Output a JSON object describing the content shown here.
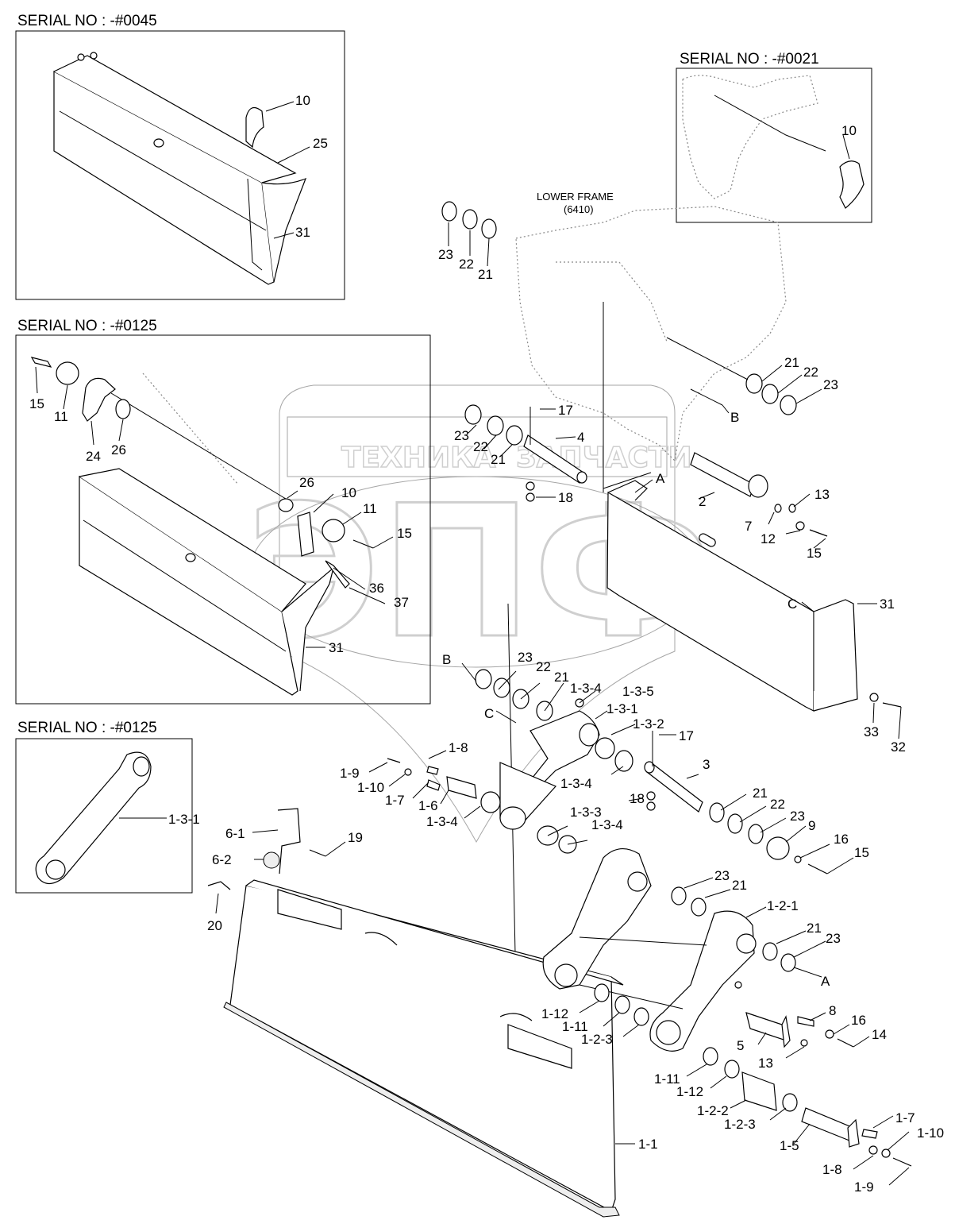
{
  "insets": {
    "top_left_title": "SERIAL NO : -#0045",
    "top_right_title": "SERIAL NO : -#0021",
    "mid_left_title": "SERIAL NO : -#0125",
    "bottom_left_title": "SERIAL NO : -#0125"
  },
  "lower_frame": {
    "line1": "LOWER FRAME",
    "line2": "(6410)"
  },
  "watermark": {
    "top": "ТЕХНИКА",
    "top_right": "ЗАПЧАСТИ",
    "big": "ЭПФ"
  },
  "labels": {
    "p10a": "10",
    "p25a": "25",
    "p31a": "31",
    "p10b": "10",
    "p15a": "15",
    "p11a": "11",
    "p24": "24",
    "p26a": "26",
    "p26b": "26",
    "p10c": "10",
    "p11b": "11",
    "p15b": "15",
    "p36": "36",
    "p37": "37",
    "p31b": "31",
    "p131a": "1-3-1",
    "p23a": "23",
    "p22a": "22",
    "p21a": "21",
    "p21b": "21",
    "p22b": "22",
    "p23b": "23",
    "B1": "B",
    "p17a": "17",
    "p4": "4",
    "p23c": "23",
    "p22c": "22",
    "p21c": "21",
    "p18a": "18",
    "A1": "A",
    "p2": "2",
    "p13a": "13",
    "p7": "7",
    "p12": "12",
    "p15c": "15",
    "C1": "C",
    "p31c": "31",
    "p33": "33",
    "p32": "32",
    "B2": "B",
    "p23d": "23",
    "p22d": "22",
    "p21d": "21",
    "p134a": "1-3-4",
    "p135": "1-3-5",
    "p131b": "1-3-1",
    "C2": "C",
    "p132": "1-3-2",
    "p17b": "17",
    "p3": "3",
    "p18b": "18",
    "p134b": "1-3-4",
    "p21e": "21",
    "p22e": "22",
    "p23e": "23",
    "p9": "9",
    "p16a": "16",
    "p15d": "15",
    "p18": "1-8",
    "p19n": "1-9",
    "p110": "1-10",
    "p17n": "1-7",
    "p16n": "1-6",
    "p134c": "1-3-4",
    "p133": "1-3-3",
    "p134d": "1-3-4",
    "p61": "6-1",
    "p62": "6-2",
    "p19": "19",
    "p20": "20",
    "p23f": "23",
    "p21f": "21",
    "p121": "1-2-1",
    "p21g": "21",
    "p23g": "23",
    "A2": "A",
    "p112a": "1-12",
    "p111a": "1-11",
    "p123a": "1-2-3",
    "p8": "8",
    "p16b": "16",
    "p14": "14",
    "p5": "5",
    "p13b": "13",
    "p111b": "1-11",
    "p112b": "1-12",
    "p122": "1-2-2",
    "p123b": "1-2-3",
    "p17m": "1-7",
    "p110b": "1-10",
    "p15m": "1-5",
    "p18m": "1-8",
    "p19m": "1-9",
    "p11": "1-1"
  }
}
